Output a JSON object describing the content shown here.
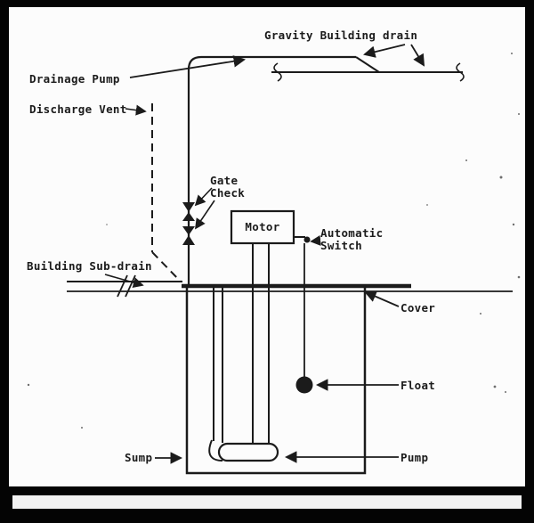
{
  "page": {
    "type": "scanned technical diagram of a building drainage sump pump system",
    "colors": {
      "background": "#000000",
      "paper": "#fcfcfc",
      "ink": "#1b1b1b"
    }
  },
  "labels": {
    "gravity_building_drain": "Gravity Building drain",
    "drainage_pump": "Drainage Pump",
    "discharge_vent": "Discharge Vent",
    "gate": "Gate",
    "check": "Check",
    "motor": "Motor",
    "automatic": "Automatic",
    "switch": "Switch",
    "building_sub_drain": "Building Sub-drain",
    "cover": "Cover",
    "float": "Float",
    "sump": "Sump",
    "pump": "Pump"
  }
}
